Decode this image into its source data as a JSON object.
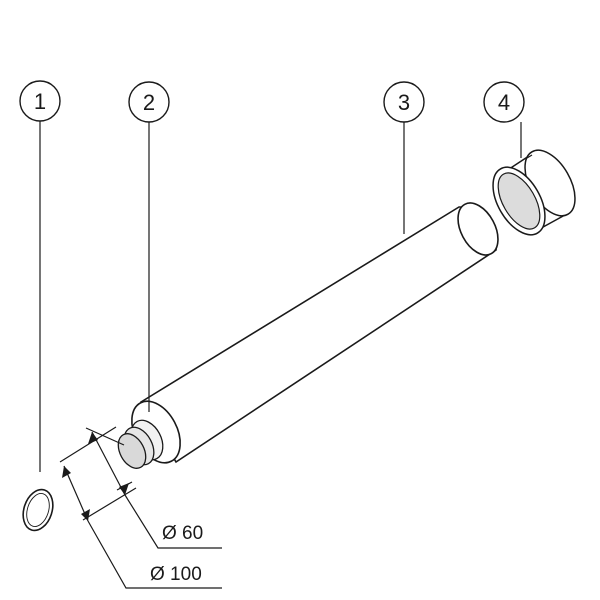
{
  "callouts": [
    {
      "id": "1"
    },
    {
      "id": "2"
    },
    {
      "id": "3"
    },
    {
      "id": "4"
    }
  ],
  "dimensions": {
    "inner_diameter": "Ø 60",
    "outer_diameter": "Ø 100"
  },
  "colors": {
    "line": "#1a1a1a",
    "pipe_fill": "#ffffff",
    "inner_fill": "#e6e6e6",
    "inner_shade": "#cfcfcf"
  }
}
